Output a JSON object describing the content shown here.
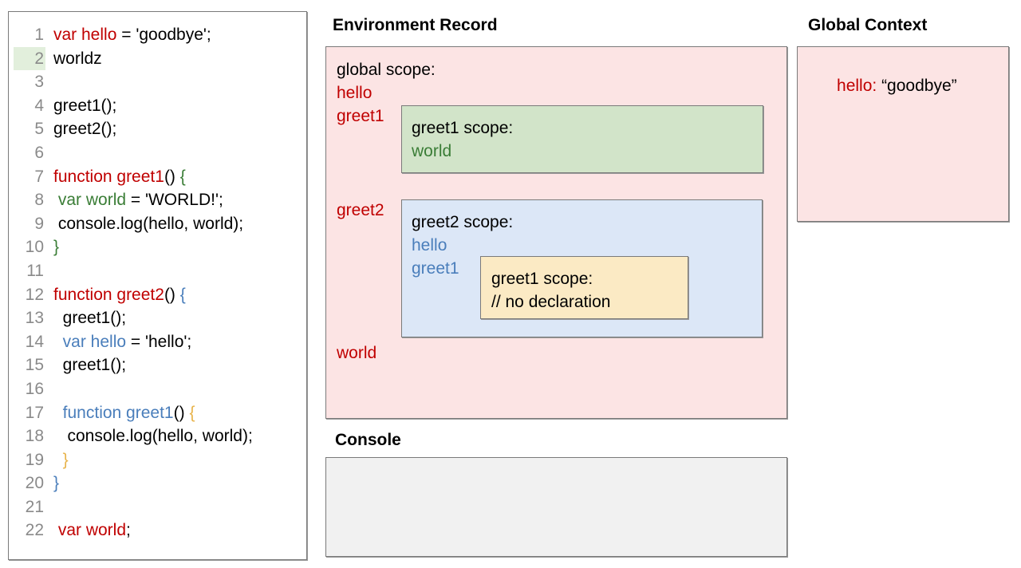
{
  "editor": {
    "name": "code-editor",
    "lines": [
      {
        "num": "1",
        "highlight": false,
        "tokens": [
          {
            "text": "var hello",
            "color": "red"
          },
          {
            "text": " = 'goodbye';",
            "color": "black"
          }
        ]
      },
      {
        "num": "2",
        "highlight": true,
        "tokens": [
          {
            "text": "worldz",
            "color": "black"
          }
        ]
      },
      {
        "num": "3",
        "highlight": false,
        "tokens": [
          {
            "text": "",
            "color": "black"
          }
        ]
      },
      {
        "num": "4",
        "highlight": false,
        "tokens": [
          {
            "text": "greet1();",
            "color": "black"
          }
        ]
      },
      {
        "num": "5",
        "highlight": false,
        "tokens": [
          {
            "text": "greet2();",
            "color": "black"
          }
        ]
      },
      {
        "num": "6",
        "highlight": false,
        "tokens": [
          {
            "text": "",
            "color": "black"
          }
        ]
      },
      {
        "num": "7",
        "highlight": false,
        "tokens": [
          {
            "text": "function greet1",
            "color": "red"
          },
          {
            "text": "() ",
            "color": "black"
          },
          {
            "text": "{",
            "color": "green"
          }
        ]
      },
      {
        "num": "8",
        "highlight": false,
        "tokens": [
          {
            "text": " ",
            "color": "black"
          },
          {
            "text": "var world",
            "color": "green"
          },
          {
            "text": " = 'WORLD!';",
            "color": "black"
          }
        ]
      },
      {
        "num": "9",
        "highlight": false,
        "tokens": [
          {
            "text": " console.log(hello, world);",
            "color": "black"
          }
        ]
      },
      {
        "num": "10",
        "highlight": false,
        "tokens": [
          {
            "text": "}",
            "color": "green"
          }
        ]
      },
      {
        "num": "11",
        "highlight": false,
        "tokens": [
          {
            "text": "",
            "color": "black"
          }
        ]
      },
      {
        "num": "12",
        "highlight": false,
        "tokens": [
          {
            "text": "function greet2",
            "color": "red"
          },
          {
            "text": "() ",
            "color": "black"
          },
          {
            "text": "{",
            "color": "blue"
          }
        ]
      },
      {
        "num": "13",
        "highlight": false,
        "tokens": [
          {
            "text": "  greet1();",
            "color": "black"
          }
        ]
      },
      {
        "num": "14",
        "highlight": false,
        "tokens": [
          {
            "text": "  ",
            "color": "black"
          },
          {
            "text": "var hello",
            "color": "blue"
          },
          {
            "text": " = 'hello';",
            "color": "black"
          }
        ]
      },
      {
        "num": "15",
        "highlight": false,
        "tokens": [
          {
            "text": "  greet1();",
            "color": "black"
          }
        ]
      },
      {
        "num": "16",
        "highlight": false,
        "tokens": [
          {
            "text": "",
            "color": "black"
          }
        ]
      },
      {
        "num": "17",
        "highlight": false,
        "tokens": [
          {
            "text": "  ",
            "color": "black"
          },
          {
            "text": "function greet1",
            "color": "blue"
          },
          {
            "text": "() ",
            "color": "black"
          },
          {
            "text": "{",
            "color": "gold"
          }
        ]
      },
      {
        "num": "18",
        "highlight": false,
        "tokens": [
          {
            "text": "   console.log(hello, world);",
            "color": "black"
          }
        ]
      },
      {
        "num": "19",
        "highlight": false,
        "tokens": [
          {
            "text": "  ",
            "color": "black"
          },
          {
            "text": "}",
            "color": "gold"
          }
        ]
      },
      {
        "num": "20",
        "highlight": false,
        "tokens": [
          {
            "text": "}",
            "color": "blue"
          }
        ]
      },
      {
        "num": "21",
        "highlight": false,
        "tokens": [
          {
            "text": "",
            "color": "black"
          }
        ]
      },
      {
        "num": "22",
        "highlight": false,
        "tokens": [
          {
            "text": " var world",
            "color": "red"
          },
          {
            "text": ";",
            "color": "black"
          }
        ]
      }
    ]
  },
  "environment_record": {
    "title": "Environment Record",
    "global": {
      "scope_label": "global scope:",
      "vars": [
        "hello",
        "greet1",
        "greet2",
        "world"
      ]
    },
    "greet1_scope": {
      "scope_label": "greet1 scope:",
      "vars": [
        "world"
      ]
    },
    "greet2_scope": {
      "scope_label": "greet2 scope:",
      "vars": [
        "hello",
        "greet1"
      ]
    },
    "greet1_inner_scope": {
      "scope_label": "greet1 scope:",
      "note": "// no declaration"
    }
  },
  "console": {
    "title": "Console",
    "output": ""
  },
  "global_context": {
    "title": "Global Context",
    "entries": [
      {
        "key": "hello:",
        "value": "“goodbye”"
      }
    ]
  },
  "colors": {
    "red": "#c00000",
    "green": "#3a7d36",
    "blue": "#4a7ebb",
    "gold": "#e8b44c",
    "pink_bg": "#fce4e4",
    "green_bg": "#d2e4c9",
    "blue_bg": "#dce7f7",
    "yellow_bg": "#fbeac4",
    "console_bg": "#f1f1f1",
    "border": "#7a7a7a",
    "gutter_text": "#8a8a8a",
    "gutter_highlight": "#e2efdc"
  }
}
